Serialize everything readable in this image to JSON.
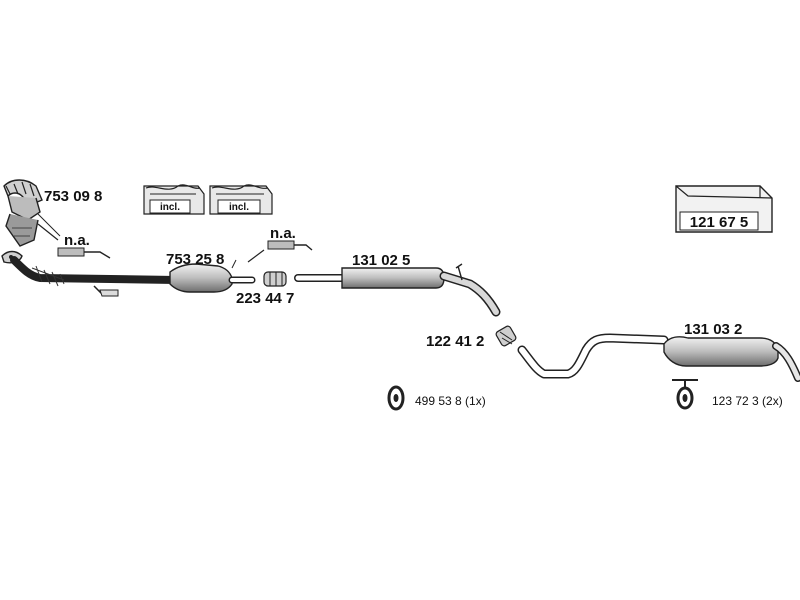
{
  "parts": {
    "manifold": "753 09 8",
    "na_1": "n.a.",
    "converter": "753 25 8",
    "na_2": "n.a.",
    "clamp_1": "223 44 7",
    "middle_silencer": "131 02 5",
    "clamp_2": "122 41 2",
    "rear_silencer": "131 03 2",
    "mounting_kit": "121 67 5",
    "rubber_mount_1": "499 53 8 (1x)",
    "rubber_mount_2": "123 72 3 (2x)"
  },
  "kits": {
    "incl_1": "incl.",
    "incl_2": "incl."
  },
  "colors": {
    "line": "#222222",
    "shade": "#bdbdbd",
    "light": "#e2e2e2"
  }
}
